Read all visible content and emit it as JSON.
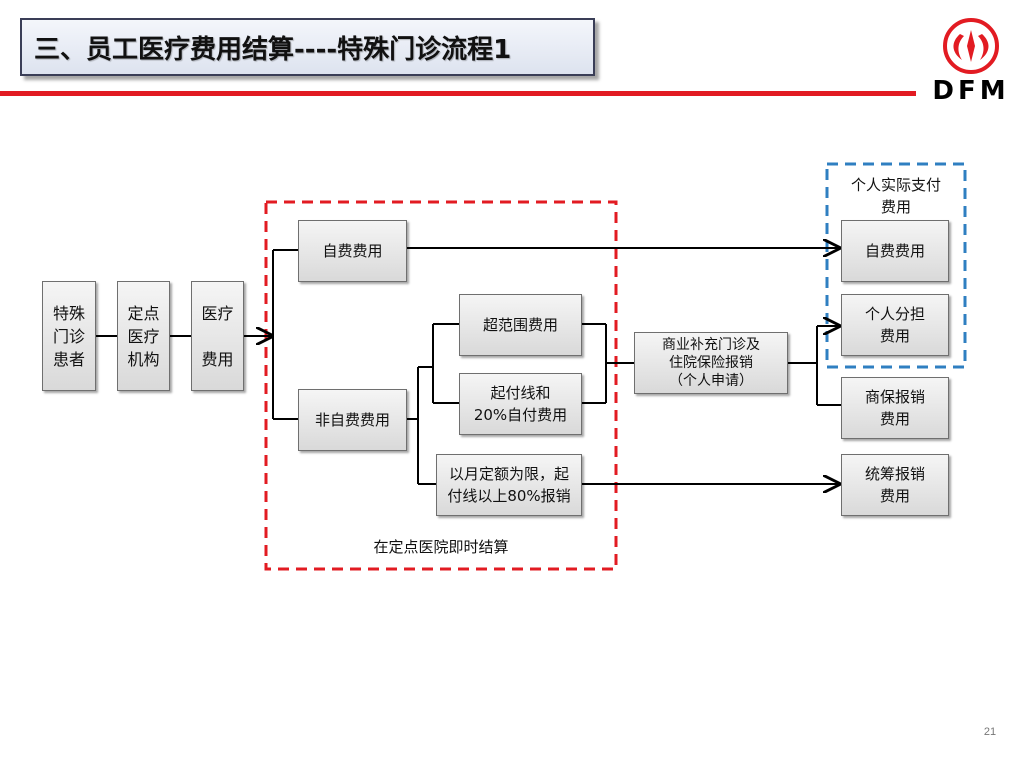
{
  "title": "三、员工医疗费用结算----特殊门诊流程1",
  "logo": {
    "text": "DFM",
    "color": "#e21b22"
  },
  "colors": {
    "accent_red": "#e21b22",
    "accent_blue": "#2f7fc1"
  },
  "flow": {
    "patient": "特殊\n门诊\n患者",
    "institution": "定点\n医疗\n机构",
    "medical_fee": "医疗\n\n费用",
    "self_pay_fee": "自费费用",
    "non_self_pay_fee": "非自费费用",
    "over_scope_fee": "超范围费用",
    "deductible_fee": "起付线和\n20%自付费用",
    "monthly_limit": "以月定额为限，起\n付线以上80%报销",
    "commercial_insurance": "商业补充门诊及\n住院保险报销\n（个人申请）",
    "instant_settlement_label": "在定点医院即时结算",
    "actual_payment_label": "个人实际支付\n费用",
    "out_self_pay": "自费费用",
    "out_personal_share": "个人分担\n费用",
    "out_commercial": "商保报销\n费用",
    "out_pooled": "统筹报销\n费用"
  },
  "page_number": "21"
}
